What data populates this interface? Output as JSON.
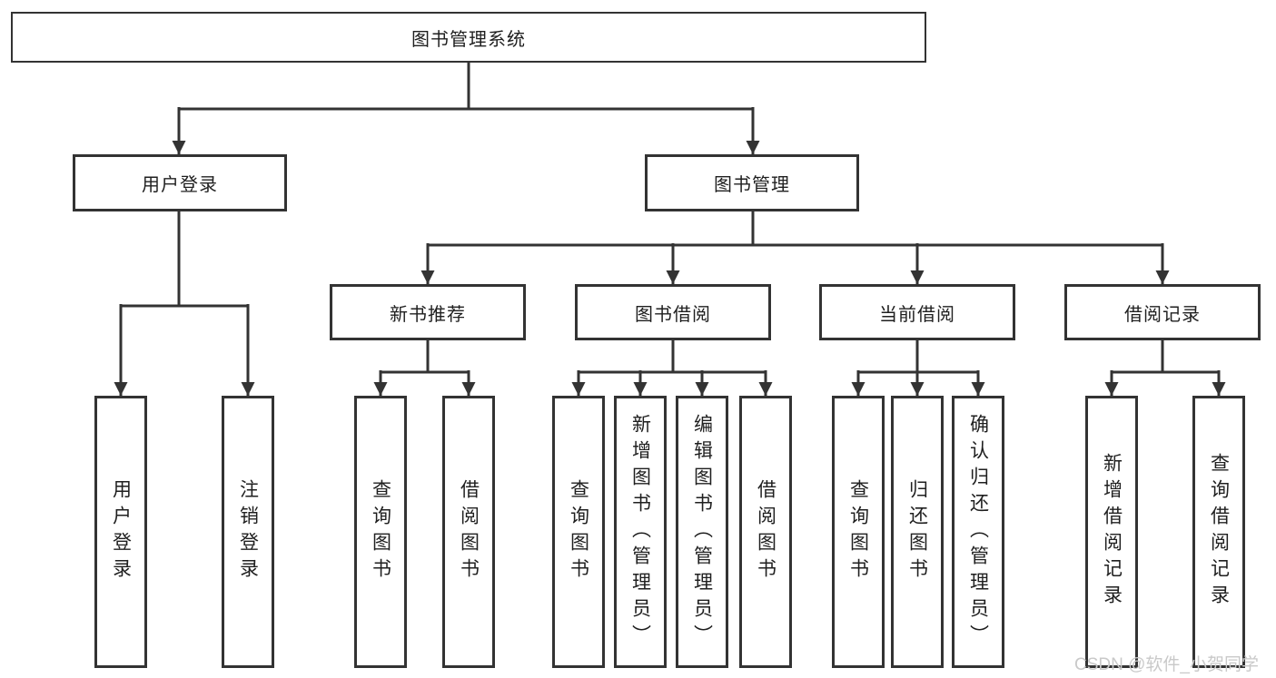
{
  "diagram": {
    "tree": {
      "label": "图书管理系统",
      "children": [
        {
          "label": "用户登录",
          "children": [
            {
              "label": "用户登录"
            },
            {
              "label": "注销登录"
            }
          ]
        },
        {
          "label": "图书管理",
          "children": [
            {
              "label": "新书推荐",
              "children": [
                {
                  "label": "查询图书"
                },
                {
                  "label": "借阅图书"
                }
              ]
            },
            {
              "label": "图书借阅",
              "children": [
                {
                  "label": "查询图书"
                },
                {
                  "label": "新增图书（管理员）"
                },
                {
                  "label": "编辑图书（管理员）"
                },
                {
                  "label": "借阅图书"
                }
              ]
            },
            {
              "label": "当前借阅",
              "children": [
                {
                  "label": "查询图书"
                },
                {
                  "label": "归还图书"
                },
                {
                  "label": "确认归还（管理员）"
                }
              ]
            },
            {
              "label": "借阅记录",
              "children": [
                {
                  "label": "新增借阅记录"
                },
                {
                  "label": "查询借阅记录"
                }
              ]
            }
          ]
        }
      ]
    },
    "colors": {
      "line": "#333333",
      "box_border": "#333333",
      "box_background": "#ffffff",
      "text": "#1f1f1f",
      "watermark": "#c9c9c9"
    },
    "watermark": "CSDN @软件_小贺同学"
  }
}
